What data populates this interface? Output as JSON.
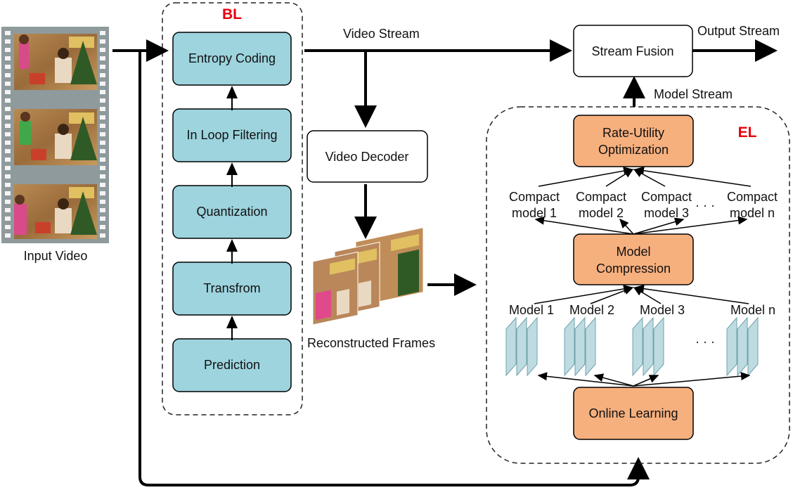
{
  "input": {
    "label": "Input Video"
  },
  "bl": {
    "title": "BL",
    "blocks": [
      "Entropy Coding",
      "In Loop Filtering",
      "Quantization",
      "Transfrom",
      "Prediction"
    ]
  },
  "edges": {
    "video_stream": "Video Stream",
    "output_stream": "Output Stream",
    "model_stream": "Model Stream"
  },
  "fusion": {
    "label": "Stream Fusion"
  },
  "decoder": {
    "label": "Video Decoder"
  },
  "recon": {
    "label": "Reconstructed Frames"
  },
  "el": {
    "title": "EL",
    "rate_utility": [
      "Rate-Utility",
      "Optimization"
    ],
    "compact_models": [
      [
        "Compact",
        "model 1"
      ],
      [
        "Compact",
        "model 2"
      ],
      [
        "Compact",
        "model 3"
      ],
      [
        "Compact",
        "model n"
      ]
    ],
    "ellipsis": "· · ·",
    "model_compression": [
      "Model",
      "Compression"
    ],
    "models": [
      "Model 1",
      "Model 2",
      "Model 3",
      "Model n"
    ],
    "online_learning": "Online Learning"
  },
  "colors": {
    "bl_block": "#9dd4de",
    "el_block": "#f6b07e",
    "layer_fill": "#bedbe1",
    "title_red": "#e8000b"
  }
}
